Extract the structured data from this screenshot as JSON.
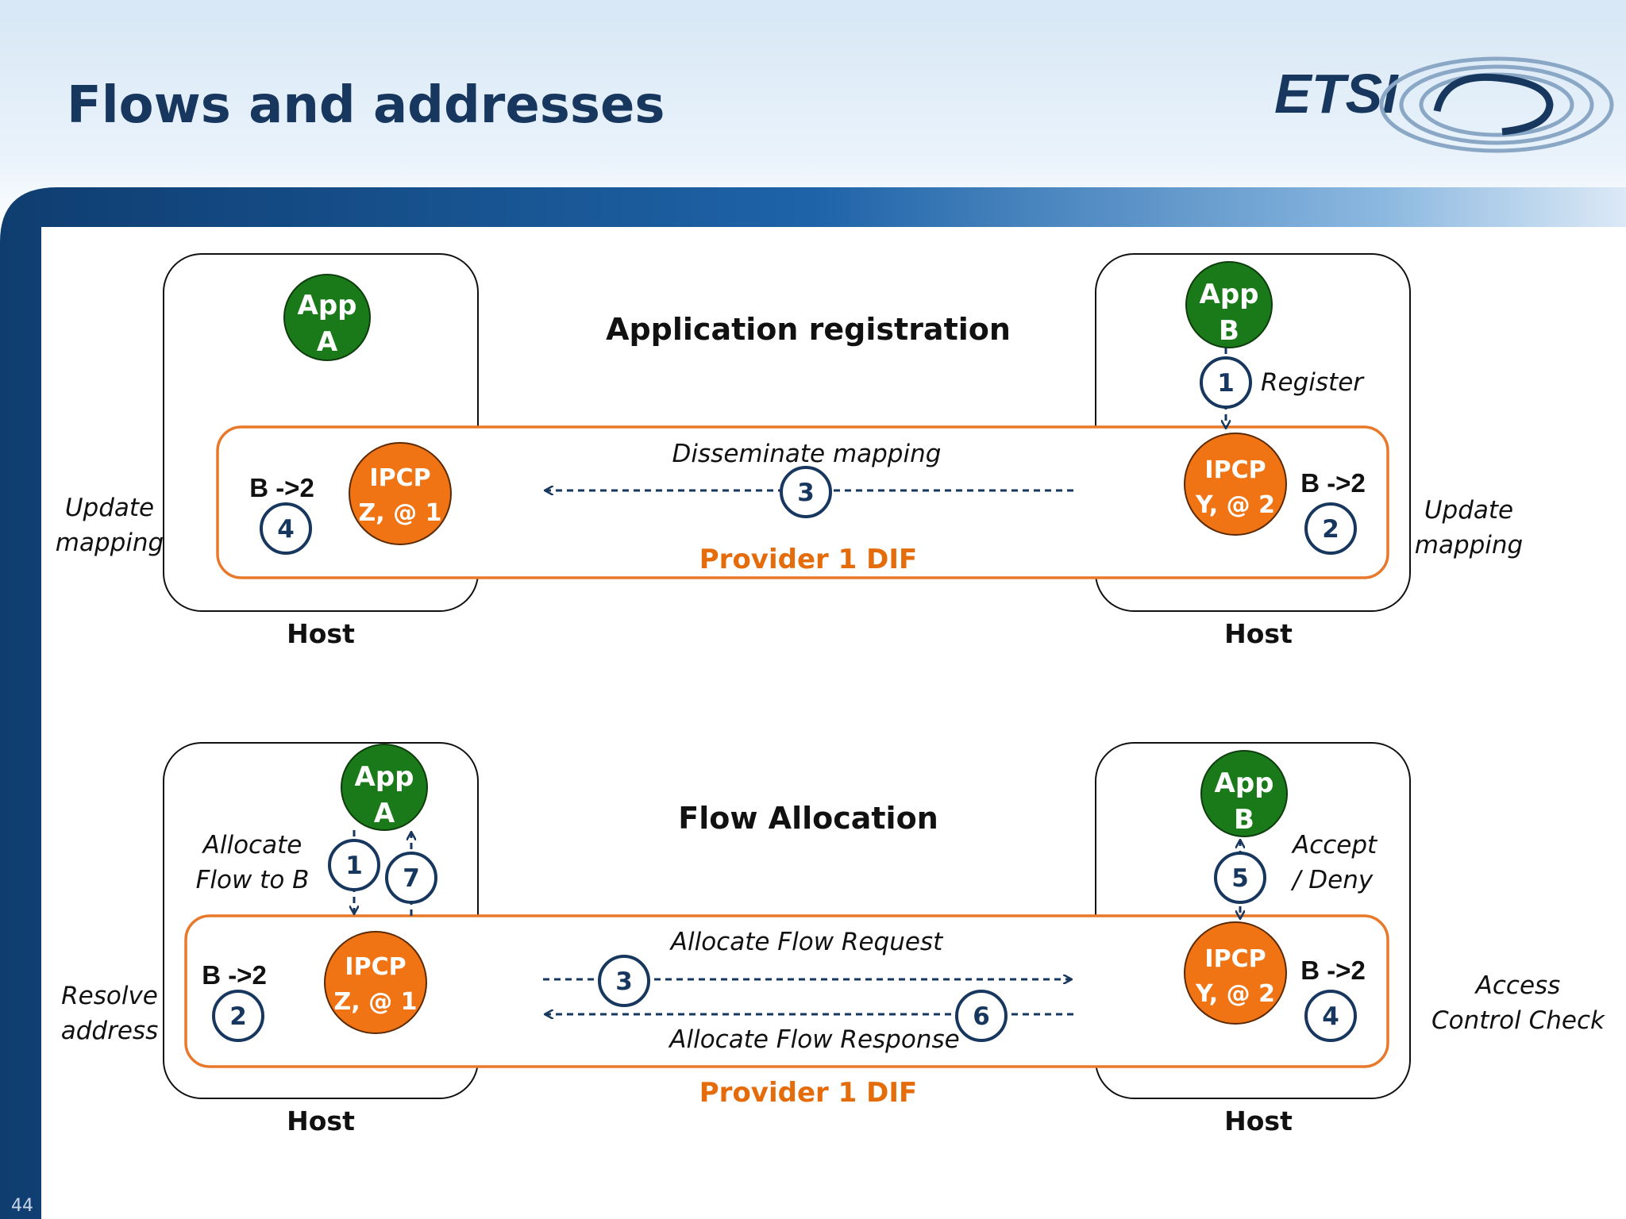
{
  "title": "Flows and addresses",
  "page_number": "44",
  "logo_text": "ETSI",
  "colors": {
    "title": "#17375e",
    "app_node": "#1a7a1a",
    "ipcp_node": "#f07314",
    "dif_border": "#e8782a",
    "dif_label": "#e46c0a",
    "step_circle": "#17375e",
    "arrow": "#17375e",
    "band": "#17508a"
  },
  "top": {
    "heading": "Application registration",
    "dif_label": "Provider 1 DIF",
    "left_host": {
      "label": "Host",
      "app": [
        "App",
        "A"
      ],
      "ipcp": [
        "IPCP",
        "Z, @ 1"
      ],
      "mapping": "B ->2",
      "step": "4",
      "side_note": [
        "Update",
        "mapping"
      ]
    },
    "right_host": {
      "label": "Host",
      "app": [
        "App",
        "B"
      ],
      "ipcp": [
        "IPCP",
        "Y, @ 2"
      ],
      "mapping": "B ->2",
      "register_step": "1",
      "register_label": "Register",
      "mapping_step": "2",
      "side_note": [
        "Update",
        "mapping"
      ]
    },
    "message": {
      "label": "Disseminate mapping",
      "step": "3",
      "direction": "right-to-left"
    }
  },
  "bottom": {
    "heading": "Flow Allocation",
    "dif_label": "Provider 1 DIF",
    "left_host": {
      "label": "Host",
      "app": [
        "App",
        "A"
      ],
      "ipcp": [
        "IPCP",
        "Z, @ 1"
      ],
      "mapping": "B ->2",
      "resolve_step": "2",
      "alloc_step": "1",
      "reply_step": "7",
      "alloc_label": [
        "Allocate",
        "Flow to B"
      ],
      "side_note": [
        "Resolve",
        "address"
      ]
    },
    "right_host": {
      "label": "Host",
      "app": [
        "App",
        "B"
      ],
      "ipcp": [
        "IPCP",
        "Y, @ 2"
      ],
      "mapping": "B ->2",
      "accept_step": "5",
      "accept_label": [
        "Accept",
        "/ Deny"
      ],
      "check_step": "4",
      "side_note": [
        "Access",
        "Control Check"
      ]
    },
    "request": {
      "label": "Allocate Flow Request",
      "step": "3",
      "direction": "left-to-right"
    },
    "response": {
      "label": "Allocate Flow Response",
      "step": "6",
      "direction": "right-to-left"
    }
  }
}
